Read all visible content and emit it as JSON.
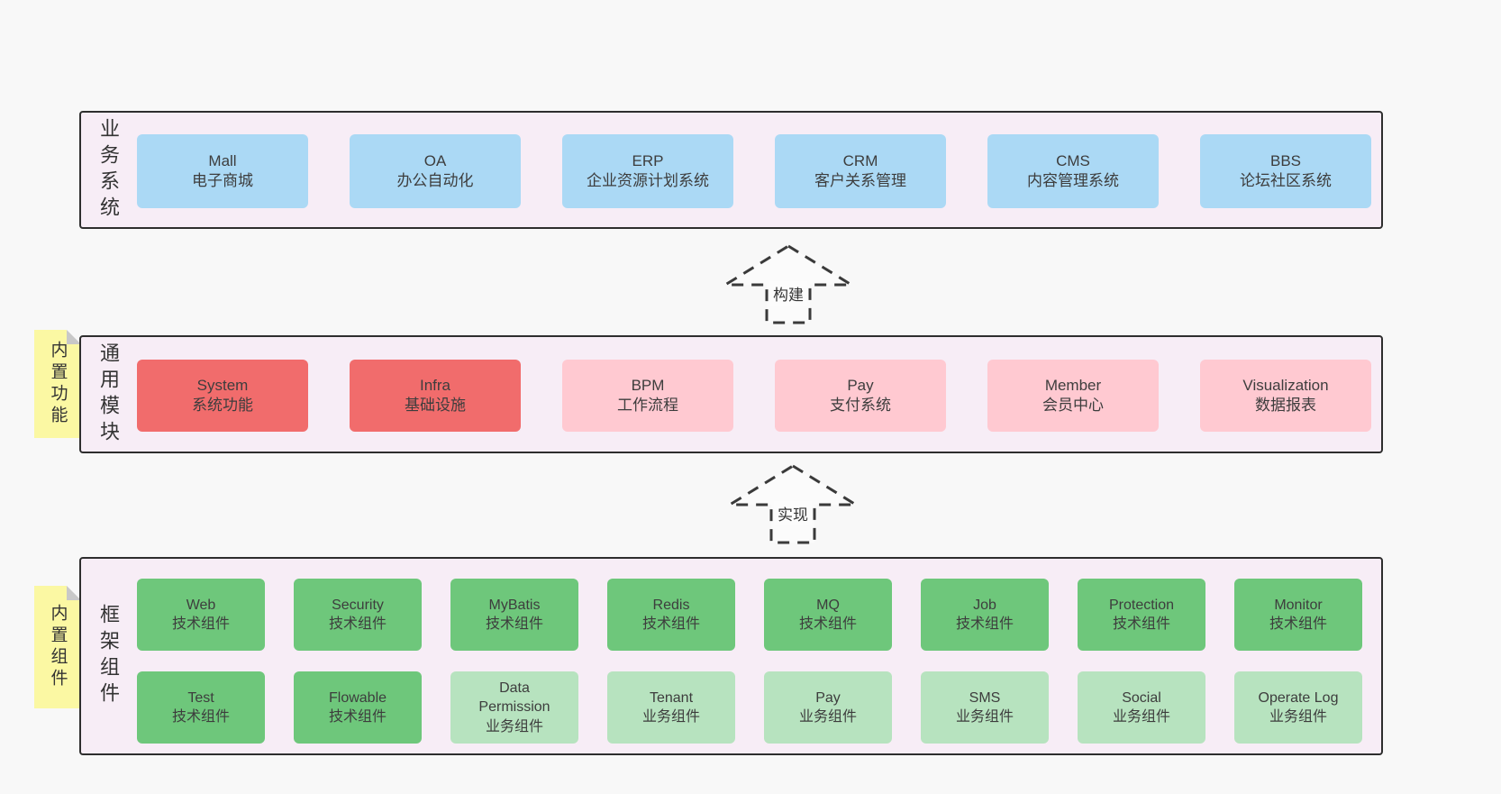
{
  "colors": {
    "page_bg": "#f8f8f8",
    "panel_bg": "#f7edf6",
    "panel_border": "#2e2e2e",
    "blue": "#abd9f5",
    "red": "#f16c6c",
    "pink": "#ffc9d1",
    "green": "#6ec77b",
    "green_light": "#b7e3bf",
    "sticky_yellow": "#fbf8a3",
    "sticky_fold": "#c8c8c8",
    "text": "#3d3d3d"
  },
  "layers": {
    "business": {
      "label": "业务系统",
      "items": [
        {
          "name": "Mall",
          "desc": "电子商城",
          "variant": "blue"
        },
        {
          "name": "OA",
          "desc": "办公自动化",
          "variant": "blue"
        },
        {
          "name": "ERP",
          "desc": "企业资源计划系统",
          "variant": "blue"
        },
        {
          "name": "CRM",
          "desc": "客户关系管理",
          "variant": "blue"
        },
        {
          "name": "CMS",
          "desc": "内容管理系统",
          "variant": "blue"
        },
        {
          "name": "BBS",
          "desc": "论坛社区系统",
          "variant": "blue"
        }
      ]
    },
    "modules": {
      "label": "通用模块",
      "sticky": "内置功能",
      "items": [
        {
          "name": "System",
          "desc": "系统功能",
          "variant": "red"
        },
        {
          "name": "Infra",
          "desc": "基础设施",
          "variant": "red"
        },
        {
          "name": "BPM",
          "desc": "工作流程",
          "variant": "pink"
        },
        {
          "name": "Pay",
          "desc": "支付系统",
          "variant": "pink"
        },
        {
          "name": "Member",
          "desc": "会员中心",
          "variant": "pink"
        },
        {
          "name": "Visualization",
          "desc": "数据报表",
          "variant": "pink"
        }
      ]
    },
    "components": {
      "label": "框架组件",
      "sticky": "内置组件",
      "row1": [
        {
          "name": "Web",
          "desc": "技术组件",
          "variant": "green"
        },
        {
          "name": "Security",
          "desc": "技术组件",
          "variant": "green"
        },
        {
          "name": "MyBatis",
          "desc": "技术组件",
          "variant": "green"
        },
        {
          "name": "Redis",
          "desc": "技术组件",
          "variant": "green"
        },
        {
          "name": "MQ",
          "desc": "技术组件",
          "variant": "green"
        },
        {
          "name": "Job",
          "desc": "技术组件",
          "variant": "green"
        },
        {
          "name": "Protection",
          "desc": "技术组件",
          "variant": "green"
        },
        {
          "name": "Monitor",
          "desc": "技术组件",
          "variant": "green"
        }
      ],
      "row2": [
        {
          "name": "Test",
          "desc": "技术组件",
          "variant": "green"
        },
        {
          "name": "Flowable",
          "desc": "技术组件",
          "variant": "green"
        },
        {
          "name": "Data Permission",
          "desc": "业务组件",
          "variant": "green-light"
        },
        {
          "name": "Tenant",
          "desc": "业务组件",
          "variant": "green-light"
        },
        {
          "name": "Pay",
          "desc": "业务组件",
          "variant": "green-light"
        },
        {
          "name": "SMS",
          "desc": "业务组件",
          "variant": "green-light"
        },
        {
          "name": "Social",
          "desc": "业务组件",
          "variant": "green-light"
        },
        {
          "name": "Operate Log",
          "desc": "业务组件",
          "variant": "green-light"
        }
      ]
    }
  },
  "arrows": {
    "build": {
      "label": "构建"
    },
    "implement": {
      "label": "实现"
    }
  }
}
